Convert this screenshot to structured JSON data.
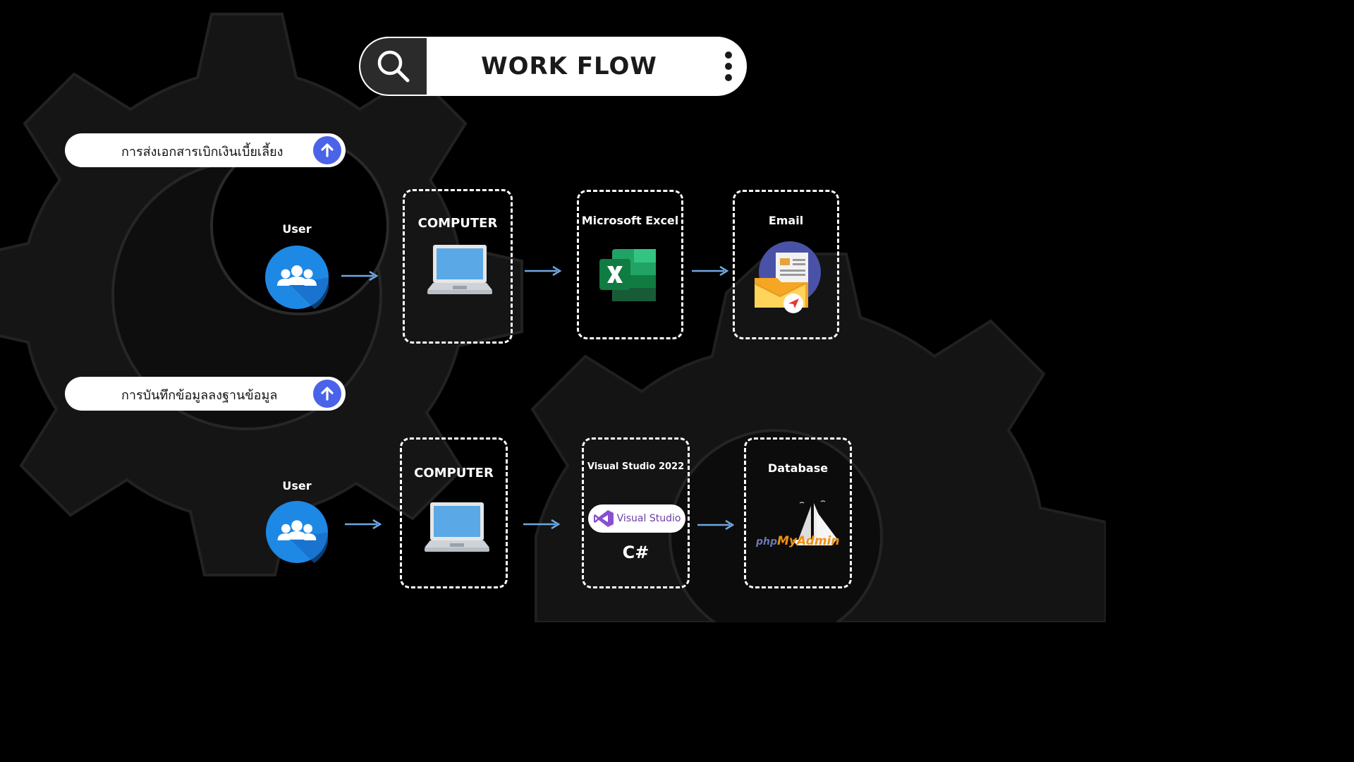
{
  "header": {
    "title": "WORK FLOW"
  },
  "icons": {
    "search": "search-icon",
    "menu": "more-vertical-icon",
    "upload": "arrow-up-circle-icon",
    "user": "users-group-icon",
    "computer": "laptop-icon",
    "excel": "microsoft-excel-icon",
    "email": "email-folder-icon",
    "visual_studio": "visual-studio-logo",
    "database": "phpmyadmin-logo"
  },
  "colors": {
    "background": "#000000",
    "accent": "#4a63e8",
    "arrow": "#6ea8e0",
    "user_icon": "#1e88e5"
  },
  "flows": [
    {
      "title": "การส่งเอกสารเบิกเงินเบี้ยเลี้ยง",
      "user_label": "User",
      "steps": [
        "COMPUTER",
        "Microsoft Excel",
        "Email"
      ]
    },
    {
      "title": "การบันทึกข้อมูลลงฐานข้อมูล",
      "user_label": "User",
      "steps": [
        "COMPUTER",
        "Visual Studio 2022",
        "Database"
      ],
      "vs_logo_text": "Visual Studio",
      "language": "C#",
      "db_logo": {
        "php": "php",
        "myadmin": "MyAdmin"
      }
    }
  ]
}
